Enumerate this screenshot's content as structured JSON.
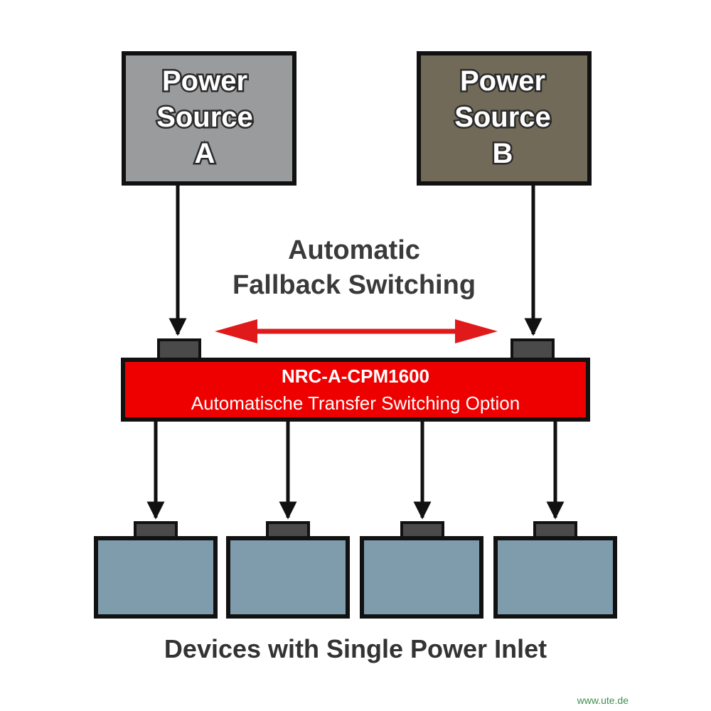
{
  "source_a": {
    "lines": [
      "Power",
      "Source",
      "A"
    ],
    "color": "#9a9b9d"
  },
  "source_b": {
    "lines": [
      "Power",
      "Source",
      "B"
    ],
    "color": "#726a58"
  },
  "fallback_label": {
    "lines": [
      "Automatic",
      "Fallback Switching"
    ]
  },
  "switch_unit": {
    "model": "NRC-A-CPM1600",
    "description": "Automatische Transfer Switching Option",
    "color": "#ee0000"
  },
  "devices": {
    "count": 4,
    "color": "#7f9cac"
  },
  "footer_label": "Devices with Single Power Inlet",
  "watermark": "www.ute.de",
  "colors": {
    "arrow": "#111111",
    "fallback_arrow": "#e01a1a",
    "plug": "#4a4a4a",
    "outline": "#111111"
  }
}
